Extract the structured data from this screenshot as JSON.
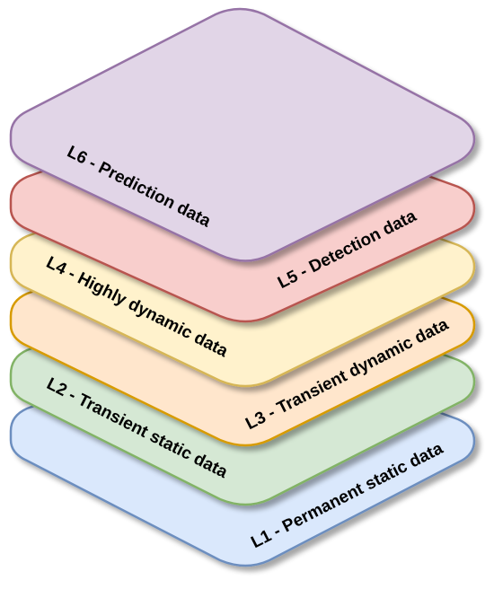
{
  "diagram": {
    "layers": [
      {
        "id": "l1",
        "label": "L1 - Permanent static data",
        "fill": "#dae8fc",
        "stroke": "#6c8ebf"
      },
      {
        "id": "l2",
        "label": "L2 - Transient static data",
        "fill": "#d5e8d4",
        "stroke": "#82b366"
      },
      {
        "id": "l3",
        "label": "L3 - Transient dynamic data",
        "fill": "#ffe6cc",
        "stroke": "#d79b00"
      },
      {
        "id": "l4",
        "label": "L4 - Highly dynamic data",
        "fill": "#fff2cc",
        "stroke": "#d6b656"
      },
      {
        "id": "l5",
        "label": "L5 - Detection data",
        "fill": "#f8cecc",
        "stroke": "#b85450"
      },
      {
        "id": "l6",
        "label": "L6 - Prediction data",
        "fill": "#e1d5e7",
        "stroke": "#9673a6"
      }
    ]
  }
}
